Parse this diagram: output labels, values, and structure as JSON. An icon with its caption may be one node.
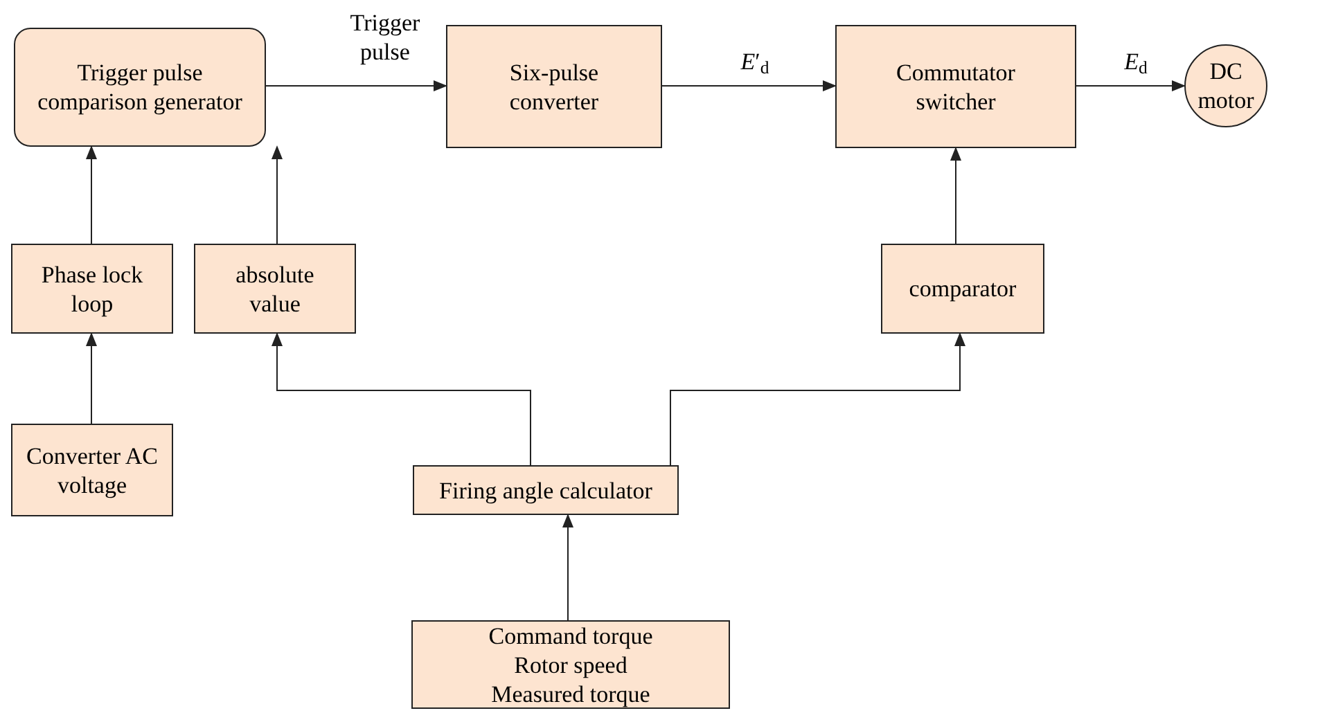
{
  "diagram": {
    "nodes": [
      {
        "text": [
          "Trigger pulse comparison generator"
        ]
      },
      {
        "text": [
          "Six-pulse converter"
        ]
      },
      {
        "text": [
          "Commutator switcher"
        ]
      },
      {
        "text": [
          "DC motor"
        ]
      },
      {
        "text": [
          "Phase lock loop"
        ]
      },
      {
        "text": [
          "absolute value"
        ]
      },
      {
        "text": [
          "comparator"
        ]
      },
      {
        "text": [
          "Converter AC voltage"
        ]
      },
      {
        "text": [
          "Firing angle calculator"
        ]
      },
      {
        "text": [
          "Command torque Rotor speed Measured torque"
        ]
      }
    ],
    "edges": [
      {
        "from": 0,
        "to": 1,
        "arrow": "to",
        "label": "Trigger pulse"
      },
      {
        "from": 1,
        "to": 2,
        "arrow": "to",
        "label": "*E*′$_{d}$"
      },
      {
        "from": 2,
        "to": 3,
        "arrow": "to",
        "label": "*E*$_{d}$"
      },
      {
        "from": 4,
        "to": 0,
        "arrow": "to"
      },
      {
        "from": 5,
        "to": 0,
        "arrow": "to"
      },
      {
        "from": 6,
        "to": 2,
        "arrow": "to"
      },
      {
        "from": 7,
        "to": 4,
        "arrow": "to"
      },
      {
        "from": 8,
        "to": 5,
        "arrow": "to"
      },
      {
        "from": 8,
        "to": 6,
        "arrow": "to"
      },
      {
        "from": 9,
        "to": 8,
        "arrow": "to"
      }
    ]
  }
}
